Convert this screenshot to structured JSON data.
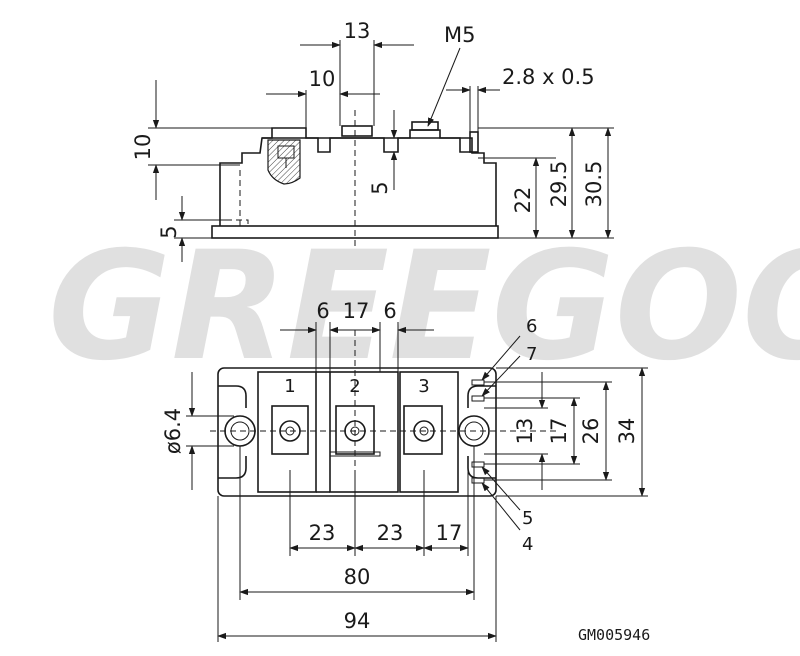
{
  "watermark": {
    "text": "GREEGOO"
  },
  "side_view": {
    "dims": {
      "d13": "13",
      "d10_top": "10",
      "m5": "M5",
      "d2805": "2.8 x 0.5",
      "d10_left": "10",
      "d5_center": "5",
      "d22": "22",
      "d295": "29.5",
      "d305": "30.5",
      "d5_left": "5"
    }
  },
  "top_view": {
    "dims": {
      "d6a": "6",
      "d17": "17",
      "d6b": "6",
      "d64": "ø6.4",
      "d13": "13",
      "d17r": "17",
      "d26": "26",
      "d34": "34",
      "d23a": "23",
      "d23b": "23",
      "d17b": "17",
      "d80": "80",
      "d94": "94"
    },
    "pins": {
      "p1": "1",
      "p2": "2",
      "p3": "3",
      "p4": "4",
      "p5": "5",
      "p6": "6",
      "p7": "7"
    }
  },
  "drawing_ref": "GM005946"
}
